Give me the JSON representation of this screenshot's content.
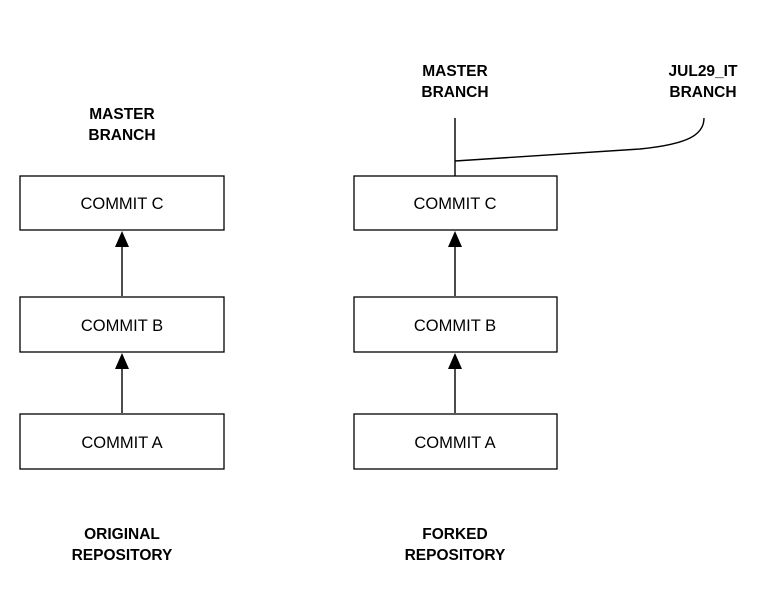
{
  "original": {
    "branch_label": {
      "line1": "MASTER",
      "line2": "BRANCH"
    },
    "commits": [
      "COMMIT C",
      "COMMIT B",
      "COMMIT A"
    ],
    "caption": {
      "line1": "ORIGINAL",
      "line2": "REPOSITORY"
    }
  },
  "forked": {
    "master_label": {
      "line1": "MASTER",
      "line2": "BRANCH"
    },
    "feature_label": {
      "line1": "JUL29_IT",
      "line2": "BRANCH"
    },
    "commits": [
      "COMMIT C",
      "COMMIT B",
      "COMMIT A"
    ],
    "caption": {
      "line1": "FORKED",
      "line2": "REPOSITORY"
    }
  }
}
